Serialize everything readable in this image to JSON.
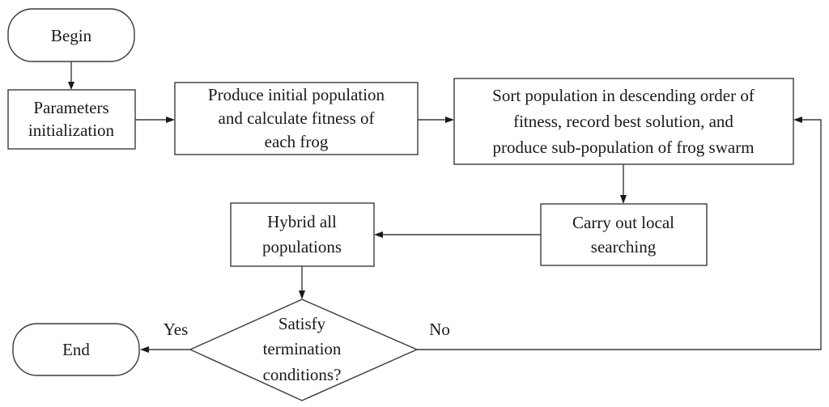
{
  "nodes": {
    "begin": {
      "label": "Begin"
    },
    "params": {
      "lines": [
        "Parameters",
        "initialization"
      ]
    },
    "produce": {
      "lines": [
        "Produce initial population",
        "and calculate fitness of",
        "each frog"
      ]
    },
    "sort": {
      "lines": [
        "Sort population in descending order of",
        "fitness, record best solution, and",
        "produce sub-population of frog swarm"
      ]
    },
    "local": {
      "lines": [
        "Carry out local",
        "searching"
      ]
    },
    "hybrid": {
      "lines": [
        "Hybrid all",
        "populations"
      ]
    },
    "decision": {
      "lines": [
        "Satisfy",
        "termination",
        "conditions?"
      ]
    },
    "end": {
      "label": "End"
    }
  },
  "edges": {
    "yes_label": "Yes",
    "no_label": "No"
  }
}
